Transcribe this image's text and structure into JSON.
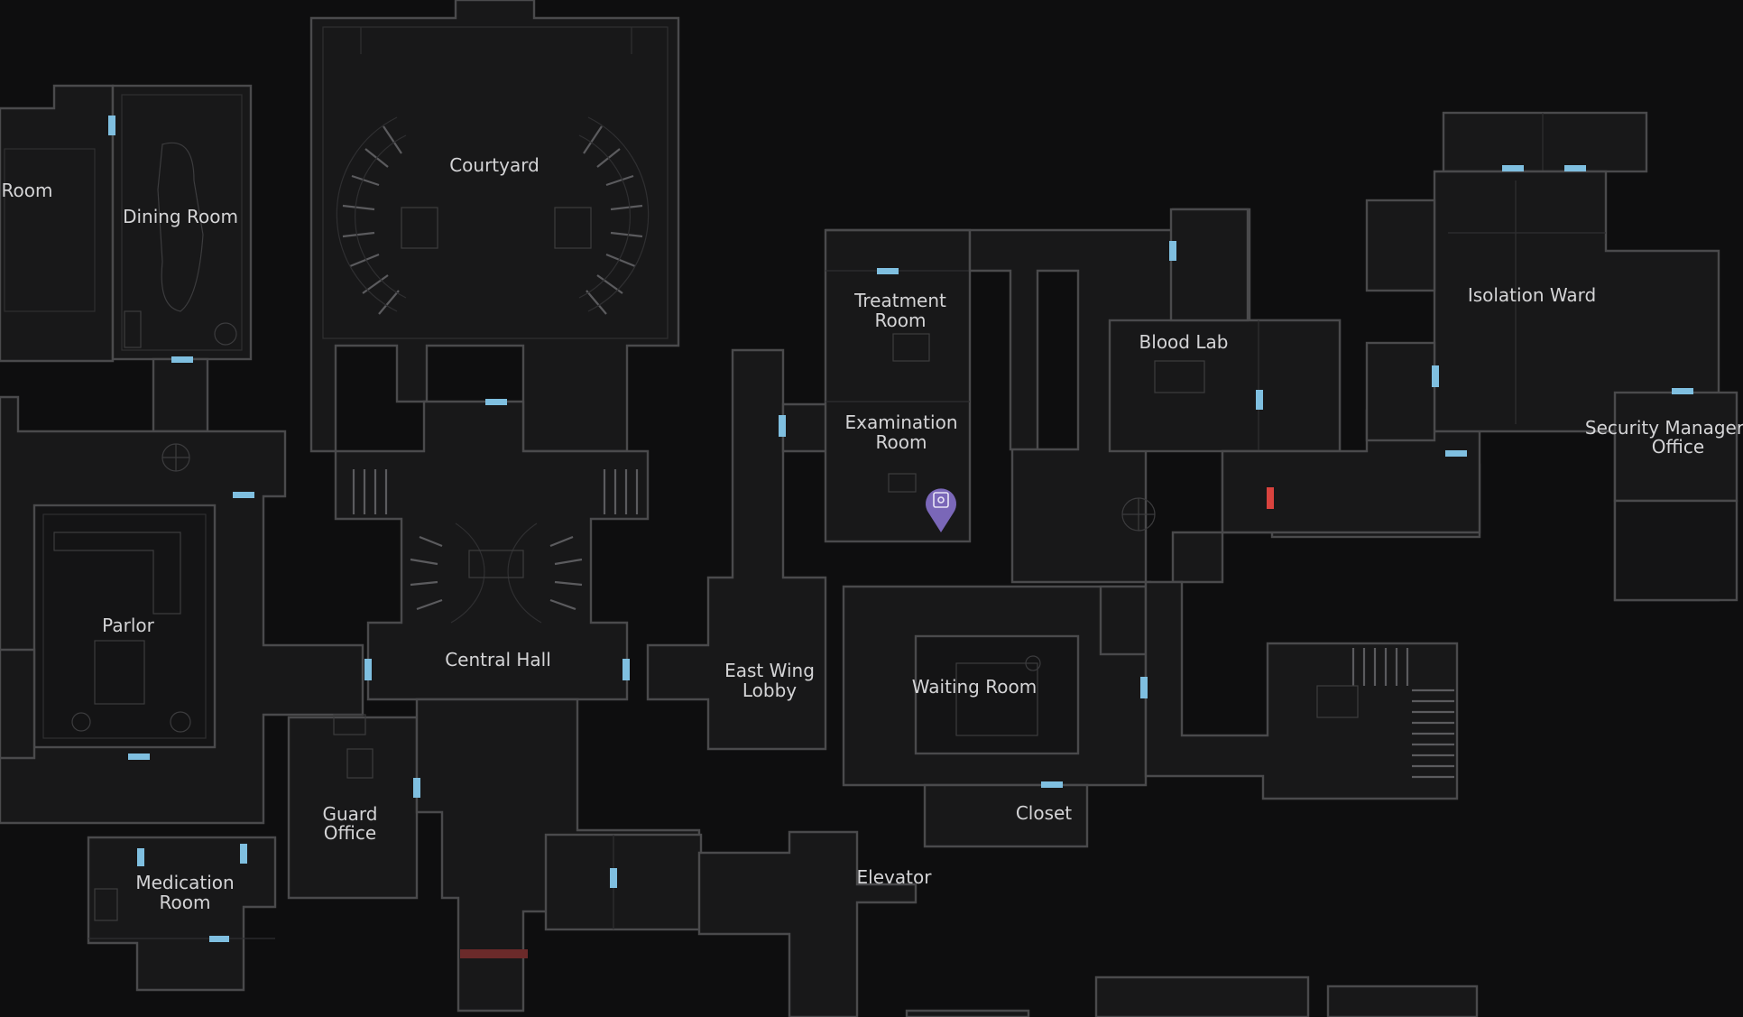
{
  "map": {
    "rooms": {
      "room_partial": "Room",
      "dining_room": "Dining Room",
      "courtyard": "Courtyard",
      "treatment_room": [
        "Treatment",
        "Room"
      ],
      "examination_room": [
        "Examination",
        "Room"
      ],
      "blood_lab": "Blood Lab",
      "isolation_ward": "Isolation Ward",
      "security_manager_office": [
        "Security Manager",
        "Office"
      ],
      "parlor": "Parlor",
      "central_hall": "Central Hall",
      "east_wing_lobby": [
        "East Wing",
        "Lobby"
      ],
      "waiting_room": "Waiting Room",
      "closet": "Closet",
      "guard_office": [
        "Guard",
        "Office"
      ],
      "medication_room": [
        "Medication",
        "Room"
      ],
      "elevator": "Elevator"
    },
    "colors": {
      "background": "#0e0e0f",
      "wall": "#4a4a4c",
      "floor": "#181819",
      "door": "#7fbfe0",
      "locked_door": "#d9433e",
      "marker": "#7a67b8"
    },
    "markers": [
      {
        "name": "safe-marker",
        "icon": "safe-icon",
        "location": "Examination Room"
      }
    ]
  }
}
